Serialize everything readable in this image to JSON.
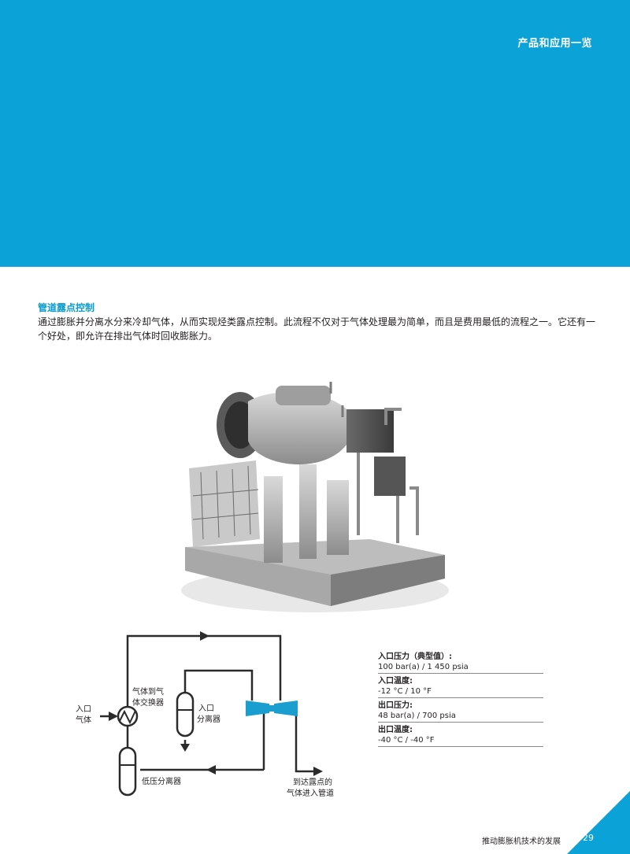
{
  "header": {
    "title": "产品和应用一览"
  },
  "section": {
    "heading": "管道露点控制",
    "body": "通过膨胀并分离水分来冷却气体，从而实现烃类露点控制。此流程不仅对于气体处理最为简单，而且是费用最低的流程之一。它还有一个好处，即允许在排出气体时回收膨胀力。"
  },
  "diagram": {
    "inlet_line1": "入口",
    "inlet_line2": "气体",
    "exchanger_line1": "气体到气",
    "exchanger_line2": "体交换器",
    "separator_line1": "入口",
    "separator_line2": "分离器",
    "low_pressure_separator": "低压分离器",
    "outlet_line1": "到达露点的",
    "outlet_line2": "气体进入管道"
  },
  "specs": [
    {
      "label": "入口压力（典型值）:",
      "value": "100 bar(a) / 1 450 psia"
    },
    {
      "label": "入口温度:",
      "value": "-12 °C / 10 °F"
    },
    {
      "label": "出口压力:",
      "value": "48 bar(a) / 700 psia"
    },
    {
      "label": "出口温度:",
      "value": "-40 °C / -40 °F"
    }
  ],
  "footer": {
    "text": "推动膨胀机技术的发展",
    "page_number": "29"
  },
  "colors": {
    "brand_blue": "#0aa2d7",
    "heading_blue": "#0a9bd0"
  }
}
